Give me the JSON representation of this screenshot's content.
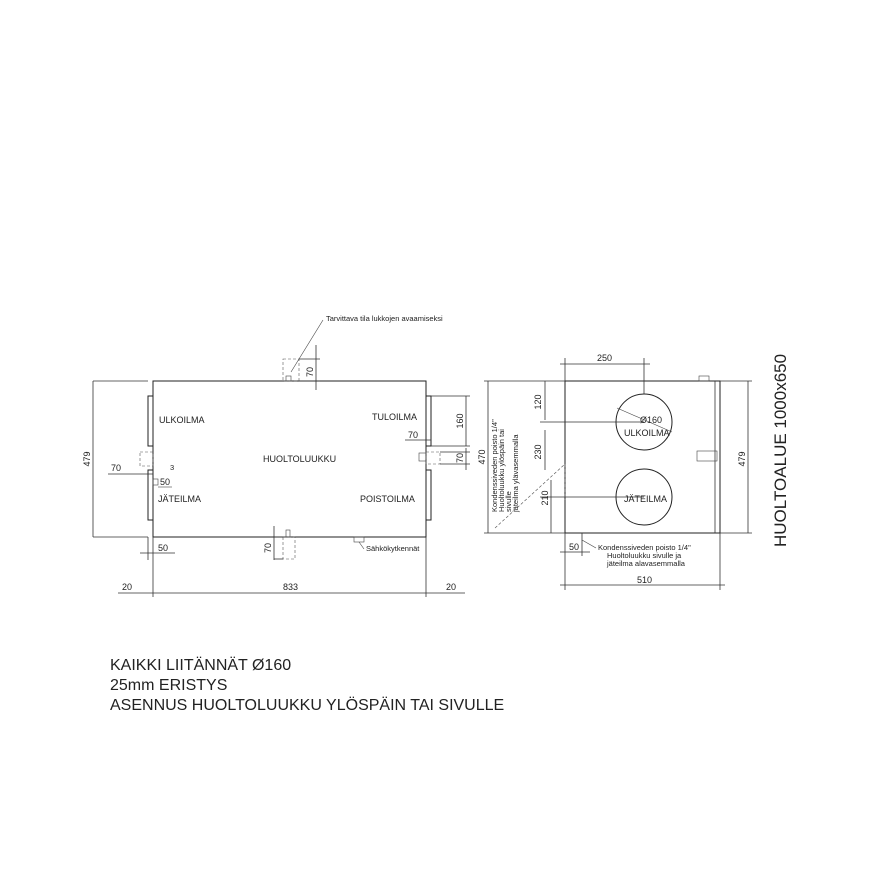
{
  "front_view": {
    "callout_top": "Tarvittava tila lukkojen avaamiseksi",
    "labels": {
      "ulkoilma": "ULKOILMA",
      "tuloilma": "TULOILMA",
      "huoltoluukku": "HUOLTOLUUKKU",
      "jateilma": "JÄTEILMA",
      "poistoilma": "POISTOILMA",
      "sahkokytkennat": "Sähkökytkennät"
    },
    "dims": {
      "height": "479",
      "top_clearance": "70",
      "right_160": "160",
      "right_70a": "70",
      "right_70b": "70",
      "left_70": "70",
      "left_50": "50",
      "left_3": "3",
      "bottom_70": "70",
      "bottom_50": "50",
      "bottom_20_left": "20",
      "bottom_width": "833",
      "bottom_20_right": "20"
    }
  },
  "side_view": {
    "labels": {
      "ulkoilma": "ULKOILMA",
      "jateilma": "JÄTEILMA",
      "diameter": "Ø160"
    },
    "dims": {
      "top_250": "250",
      "left_120": "120",
      "left_230": "230",
      "left_210": "210",
      "left_470": "470",
      "right_479": "479",
      "bottom_50": "50",
      "bottom_510": "510"
    },
    "note_left": [
      "Kondenssiveden poisto 1/4\"",
      "Huoltoluukku ylöspäin tai",
      "sivulle",
      "jäteilma ylävasemmalla"
    ],
    "note_bottom": [
      "Kondenssiveden poisto 1/4\"",
      "Huoltoluukku sivulle ja",
      "jäteilma alavasemmalla"
    ],
    "service_area": "HUOLTOALUE 1000x650"
  },
  "notes": [
    "KAIKKI LIITÄNNÄT Ø160",
    "25mm ERISTYS",
    "ASENNUS HUOLTOLUUKKU YLÖSPÄIN TAI SIVULLE"
  ]
}
